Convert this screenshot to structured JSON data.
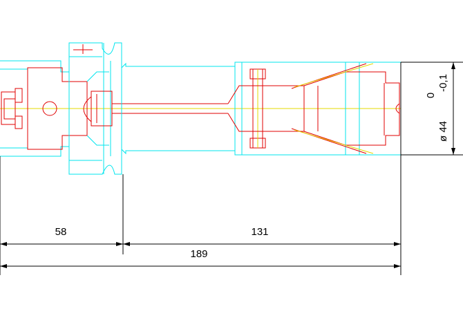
{
  "dimensions": {
    "len_a": "58",
    "len_b": "131",
    "len_total": "189",
    "diameter": "ø 44",
    "tol_upper": "0",
    "tol_lower": "-0,1"
  },
  "colors": {
    "outline": "#00e5ee",
    "section": "#e00000",
    "centerline": "#e6d800",
    "dimension": "#000000"
  }
}
